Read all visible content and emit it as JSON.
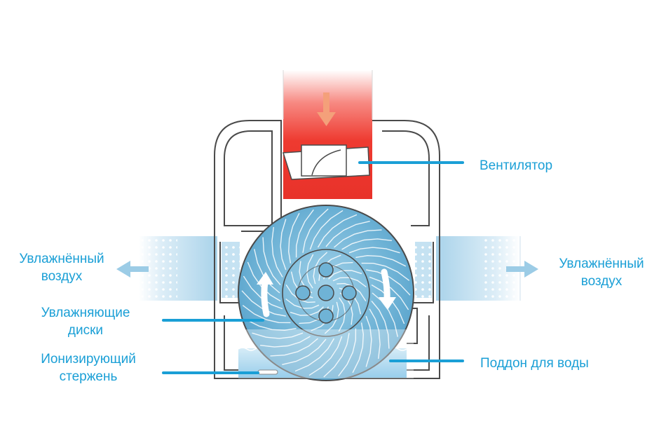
{
  "labels": {
    "fan": "Вентилятор",
    "air_left_1": "Увлажнённый",
    "air_left_2": "воздух",
    "air_right_1": "Увлажнённый",
    "air_right_2": "воздух",
    "discs_1": "Увлажняющие",
    "discs_2": "диски",
    "rod_1": "Ионизирующий",
    "rod_2": "стержень",
    "tray": "Поддон для воды"
  },
  "colors": {
    "accent": "#1a9fd6",
    "outline": "#4a4a4a",
    "airflow_top": "#e8322a",
    "disc": "#6fb6d8",
    "water": "#8ccbe8"
  }
}
